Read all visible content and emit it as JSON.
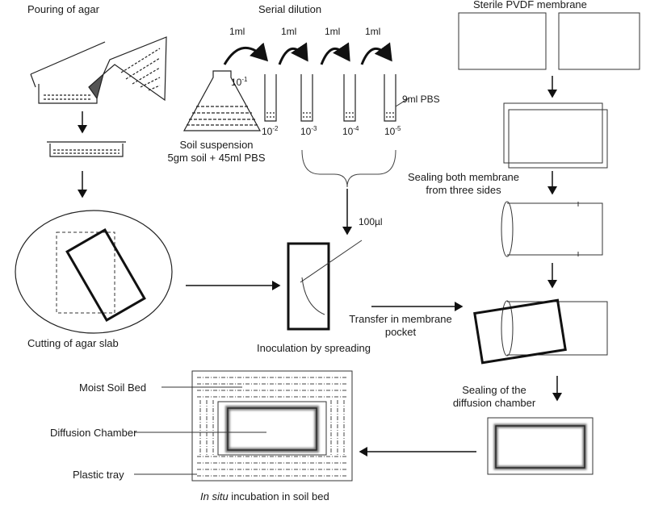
{
  "labels": {
    "pouring": "Pouring of agar",
    "serial_dilution": "Serial dilution",
    "sterile_membrane": "Sterile PVDF membrane",
    "one_ml": "1ml",
    "nine_ml_pbs": "9ml PBS",
    "soil_suspension": "Soil suspension",
    "soil_recipe": "5gm soil + 45ml PBS",
    "hundred_ul": "100µl",
    "sealing_three_sides_1": "Sealing both membrane",
    "sealing_three_sides_2": "from three sides",
    "cutting": "Cutting  of agar slab",
    "inoculation": "Inoculation by spreading",
    "transfer_1": "Transfer in membrane",
    "transfer_2": "pocket",
    "sealing_chamber_1": "Sealing of the",
    "sealing_chamber_2": "diffusion chamber",
    "moist_soil_bed": "Moist Soil Bed",
    "diffusion_chamber": "Diffusion Chamber",
    "plastic_tray": "Plastic tray",
    "in_situ": "In situ",
    "in_situ_rest": " incubation in soil bed"
  },
  "dilutions": [
    {
      "base": "10",
      "exp": "-1"
    },
    {
      "base": "10",
      "exp": "-2"
    },
    {
      "base": "10",
      "exp": "-3"
    },
    {
      "base": "10",
      "exp": "-4"
    },
    {
      "base": "10",
      "exp": "-5"
    }
  ]
}
